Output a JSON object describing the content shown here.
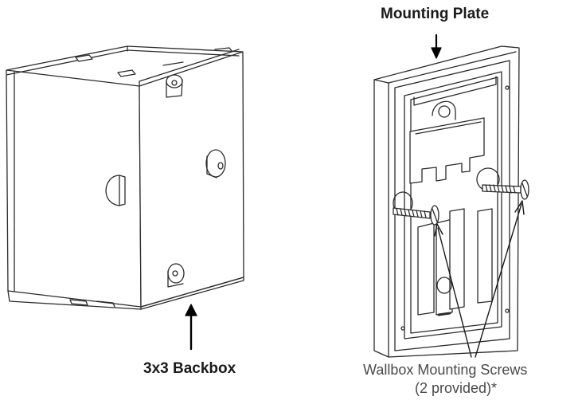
{
  "labels": {
    "mounting_plate": "Mounting Plate",
    "backbox": "3x3 Backbox",
    "screws_line1": "Wallbox Mounting Screws",
    "screws_line2": "(2 provided)*"
  }
}
